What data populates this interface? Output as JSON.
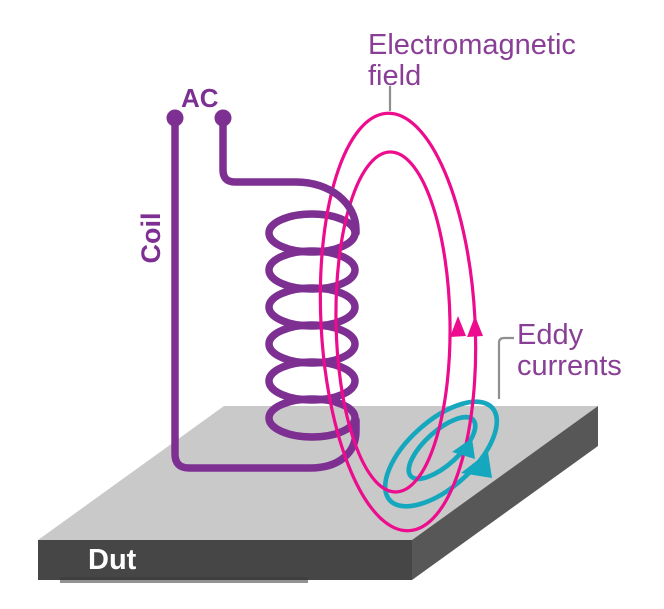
{
  "labels": {
    "ac": "AC",
    "coil": "Coil",
    "field_line1": "Electromagnetic",
    "field_line2": "field",
    "eddy_line1": "Eddy",
    "eddy_line2": "currents",
    "dut": "Dut"
  },
  "icons": {
    "field_direction": "up-arrowheads-on-field-lines",
    "eddy_direction": "counterclockwise-arrowheads-on-eddy-loops"
  },
  "colors": {
    "wire_purple": "#7d3092",
    "label_purple": "#8a3f96",
    "field_pink": "#ec0c8d",
    "eddy_teal": "#14a7be",
    "plate_top": "#c9c9c9",
    "plate_front": "#464646",
    "plate_right": "#575757",
    "leader_gray": "#8f8f8f",
    "dut_text": "#ffffff"
  }
}
